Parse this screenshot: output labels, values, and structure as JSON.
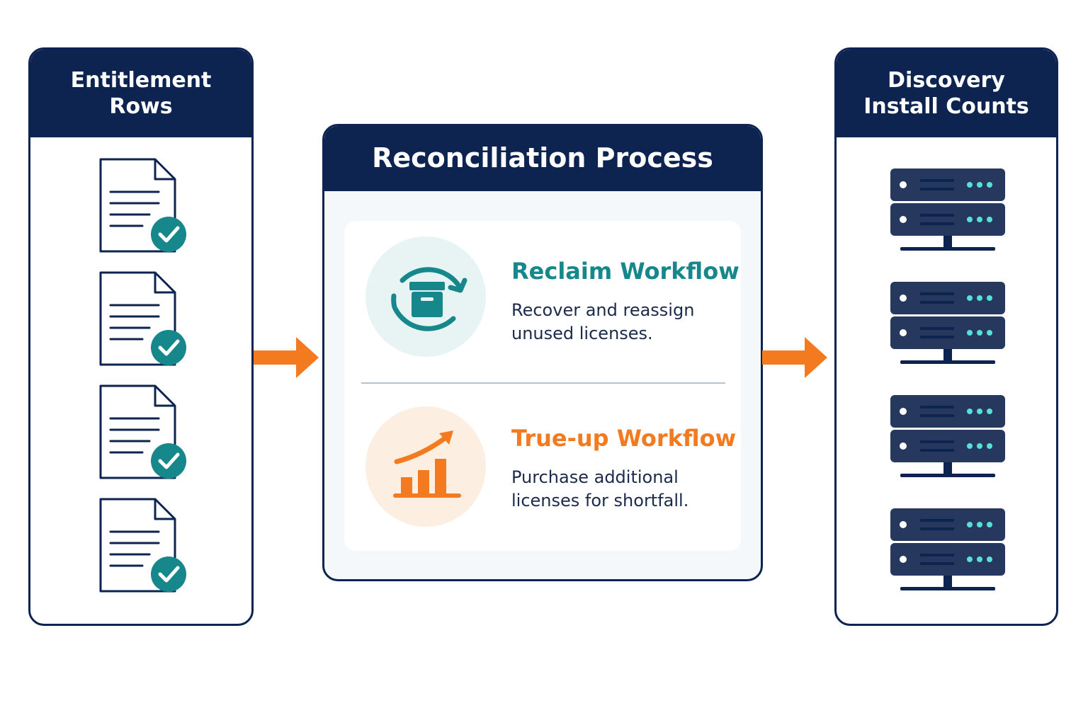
{
  "left_panel": {
    "title_line1": "Entitlement",
    "title_line2": "Rows",
    "icon": "document-check-icon",
    "item_count_shown": 4
  },
  "middle_panel": {
    "title": "Reconciliation Process",
    "reclaim": {
      "icon": "box-cycle-icon",
      "title": "Reclaim Workflow",
      "description_line1": "Recover and reassign",
      "description_line2": "unused licenses."
    },
    "trueup": {
      "icon": "growth-chart-icon",
      "title": "True-up Workflow",
      "description_line1": "Purchase additional",
      "description_line2": "licenses for shortfall."
    }
  },
  "right_panel": {
    "title_line1": "Discovery",
    "title_line2": "Install Counts",
    "icon": "server-icon",
    "item_count_shown": 4
  },
  "colors": {
    "navy": "#0d2451",
    "teal": "#16878b",
    "orange": "#f47a20",
    "server_light": "#58e0d6"
  }
}
